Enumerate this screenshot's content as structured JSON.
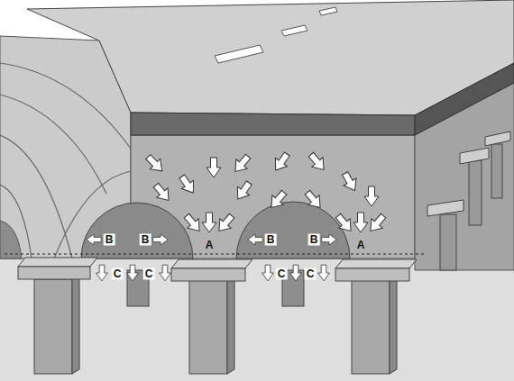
{
  "diagram": {
    "labels": [
      "B",
      "B",
      "A",
      "B",
      "B",
      "A",
      "C",
      "C",
      "C",
      "C"
    ]
  }
}
